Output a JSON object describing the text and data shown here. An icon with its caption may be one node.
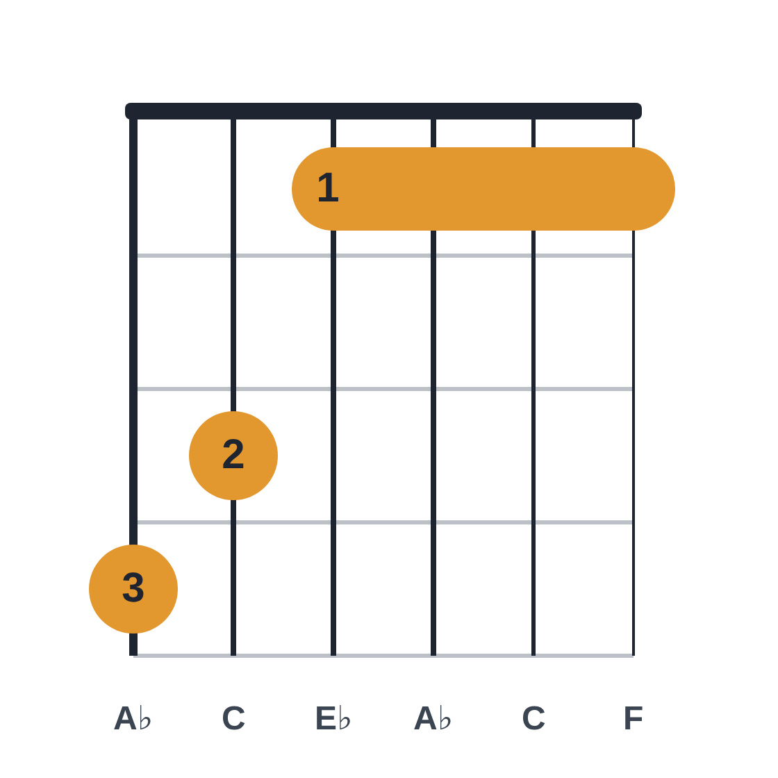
{
  "diagram": {
    "nodes": [
      {
        "text": [
          "1"
        ]
      },
      {
        "text": [
          "2"
        ]
      },
      {
        "text": [
          "3"
        ]
      }
    ],
    "labels": [
      "A♭",
      "C",
      "E♭",
      "A♭",
      "C",
      "F"
    ]
  }
}
